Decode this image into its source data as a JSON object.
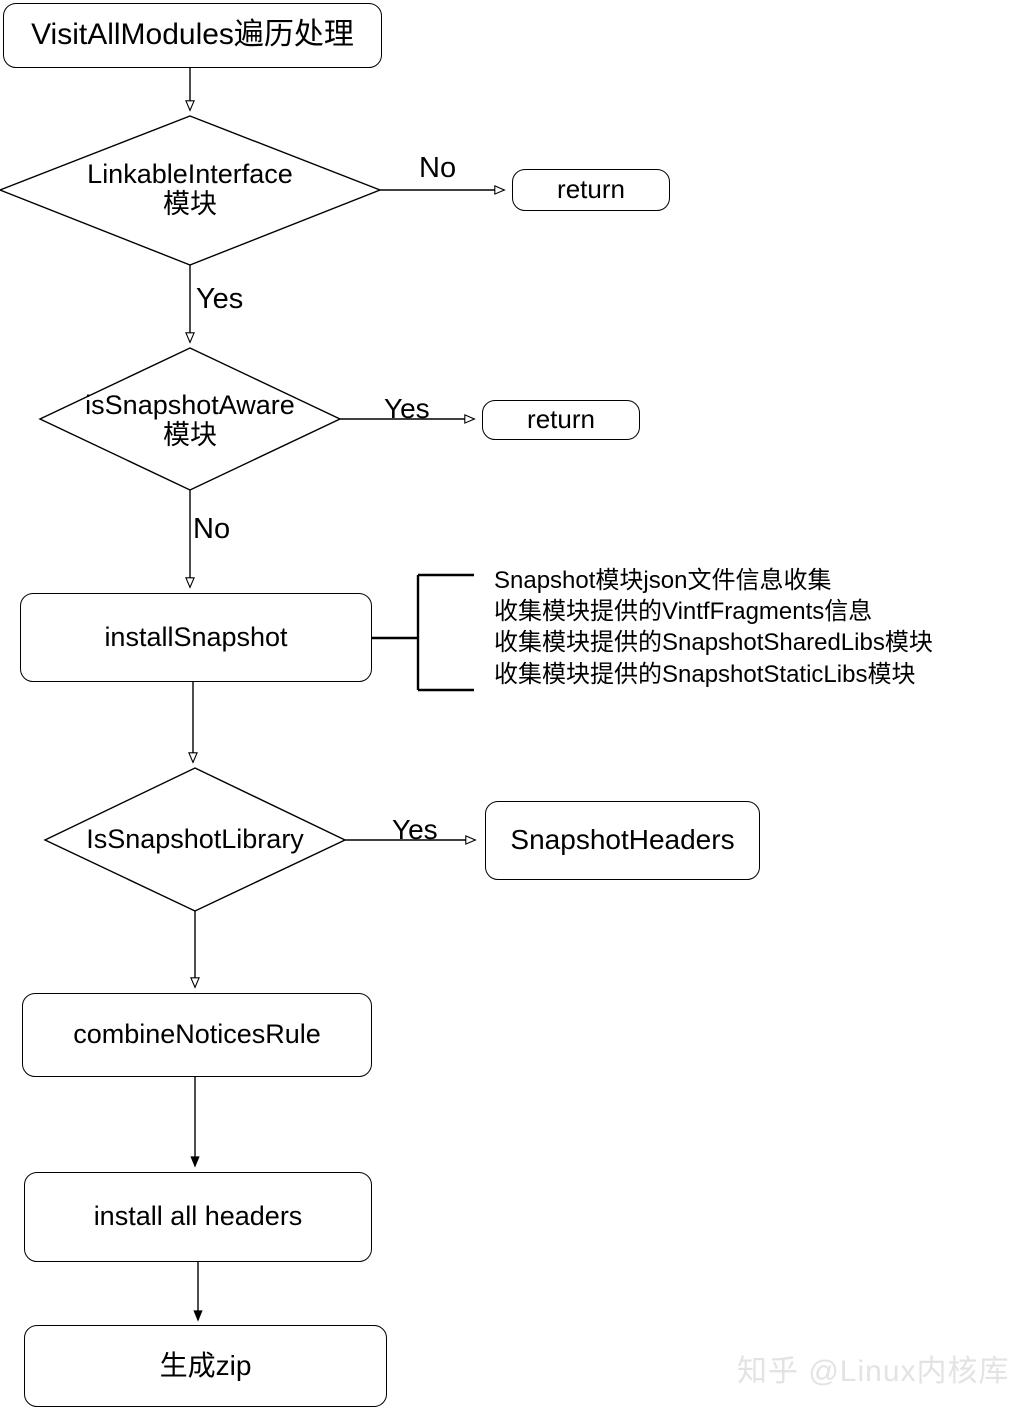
{
  "diagram": {
    "title": "VisitAllModules snapshot flow",
    "stroke_color": "#000000",
    "background_color": "#ffffff",
    "watermark": "知乎 @Linux内核库",
    "watermark_color": "#e3e3e3"
  },
  "nodes": {
    "start": {
      "label": "VisitAllModules遍历处理",
      "shape": "rounded-rect"
    },
    "decision_linkable": {
      "label": "LinkableInterface\n模块",
      "shape": "diamond"
    },
    "return_1": {
      "label": "return",
      "shape": "rounded-rect"
    },
    "decision_snapshot_aware": {
      "label": "isSnapshotAware\n模块",
      "shape": "diamond"
    },
    "return_2": {
      "label": "return",
      "shape": "rounded-rect"
    },
    "install_snapshot": {
      "label": "installSnapshot",
      "shape": "rounded-rect"
    },
    "decision_is_snapshot_library": {
      "label": "IsSnapshotLibrary",
      "shape": "diamond"
    },
    "snapshot_headers": {
      "label": "SnapshotHeaders",
      "shape": "rounded-rect"
    },
    "combine_notices_rule": {
      "label": "combineNoticesRule",
      "shape": "rounded-rect"
    },
    "install_all_headers": {
      "label": "install all headers",
      "shape": "rounded-rect"
    },
    "generate_zip": {
      "label": "生成zip",
      "shape": "rounded-rect"
    }
  },
  "edge_labels": {
    "linkable_no": "No",
    "linkable_yes": "Yes",
    "snapshot_aware_yes": "Yes",
    "snapshot_aware_no": "No",
    "is_snapshot_library_yes": "Yes"
  },
  "annotation": {
    "install_snapshot_note": "Snapshot模块json文件信息收集\n收集模块提供的VintfFragments信息\n收集模块提供的SnapshotSharedLibs模块\n收集模块提供的SnapshotStaticLibs模块"
  }
}
